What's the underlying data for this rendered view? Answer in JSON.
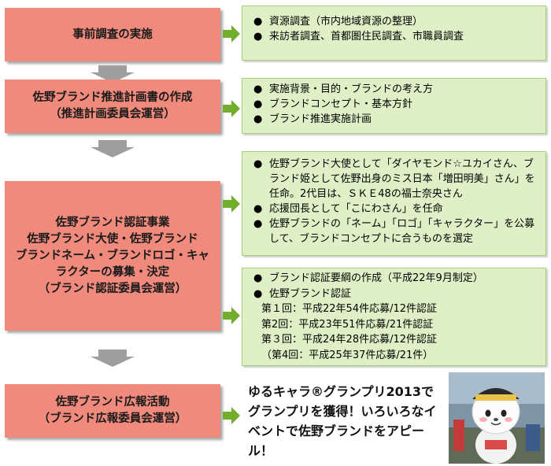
{
  "steps": [
    {
      "lines": [
        "事前調査の実施"
      ]
    },
    {
      "lines": [
        "佐野ブランド推進計画書の作成",
        "（推進計画委員会運営）"
      ]
    },
    {
      "lines": [
        "佐野ブランド認証事業",
        "佐野ブランド大使・佐野ブランド",
        "ブランドネーム・ブランドロゴ・キャ",
        "ラクターの募集・決定",
        "（ブランド認証委員会運営）"
      ]
    },
    {
      "lines": [
        "佐野ブランド広報活動",
        "（ブランド広報委員会運営）"
      ]
    }
  ],
  "boxes": {
    "survey": {
      "items": [
        "資源調査（市内地域資源の整理）",
        "来訪者調査、首都圏住民調査、市職員調査"
      ]
    },
    "plan": {
      "items": [
        "実施背景・目的・ブランドの考え方",
        "ブランドコンセプト・基本方針",
        "ブランド推進実施計画"
      ]
    },
    "ambassador": {
      "items": [
        "佐野ブランド大使として「ダイヤモンド☆ユカイさん、ブランド姫として佐野出身のミス日本「増田明美」さん」を任命。2代目は、ＳＫＥ48の福士奈央さん",
        "応援団長として「こにわさん」を任命",
        "佐野ブランドの「ネーム」「ロゴ」「キャラクター」を公募して、ブランドコンセプトに合うものを選定"
      ]
    },
    "certification": {
      "items": [
        "ブランド認証要綱の作成（平成22年9月制定）",
        "佐野ブランド認証"
      ],
      "rounds": [
        "第１回：平成22年54件応募/12件認証",
        "第2回：平成23年51件応募/21件認証",
        "第３回：平成24年28件応募/12件認証",
        "（第4回：平成25年37件応募/21件）"
      ]
    }
  },
  "pr_text": "ゆるキャラ®グランプリ2013でグランプリを獲得！いろいろなイベントで佐野ブランドをアピール！",
  "bullet": "●",
  "colors": {
    "step": "#f08a7c",
    "box": "#dff0c6",
    "box_border": "#a8cf7a",
    "arrow_right": "#72ad2c",
    "arrow_down": "#9e9e9e"
  }
}
